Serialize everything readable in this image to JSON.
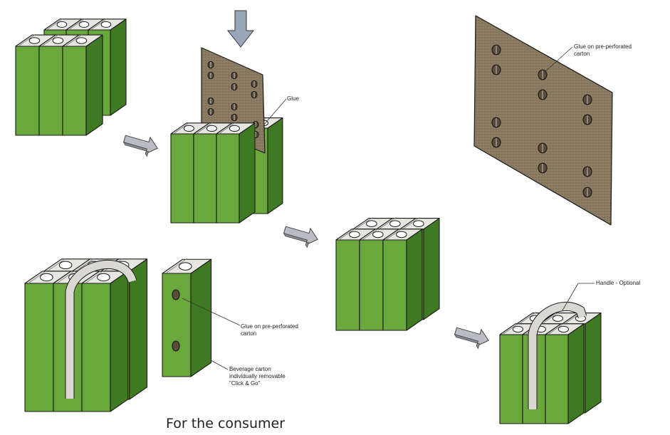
{
  "callouts": {
    "glue": "Glue",
    "glue_board": "Glue on pre-perforated\ncarton",
    "glue_single": "Glue on pre-perforated\ncarton",
    "handle": "Handle - Optional",
    "beverage": "Beverage carton\nindividually removable\n\"Click & Go\""
  },
  "caption": "For the consumer",
  "colors": {
    "carton_front": "#6aa83e",
    "carton_side": "#3f7a23",
    "carton_top": "#e8e6e0",
    "board": "#8a7a62",
    "arrow": "#b9bcc4",
    "arrow_down": "#9aa7b8",
    "handle": "#d9d8d3"
  },
  "icons": [
    "down-arrow-icon",
    "right-arrow-icon",
    "cap-icon"
  ]
}
